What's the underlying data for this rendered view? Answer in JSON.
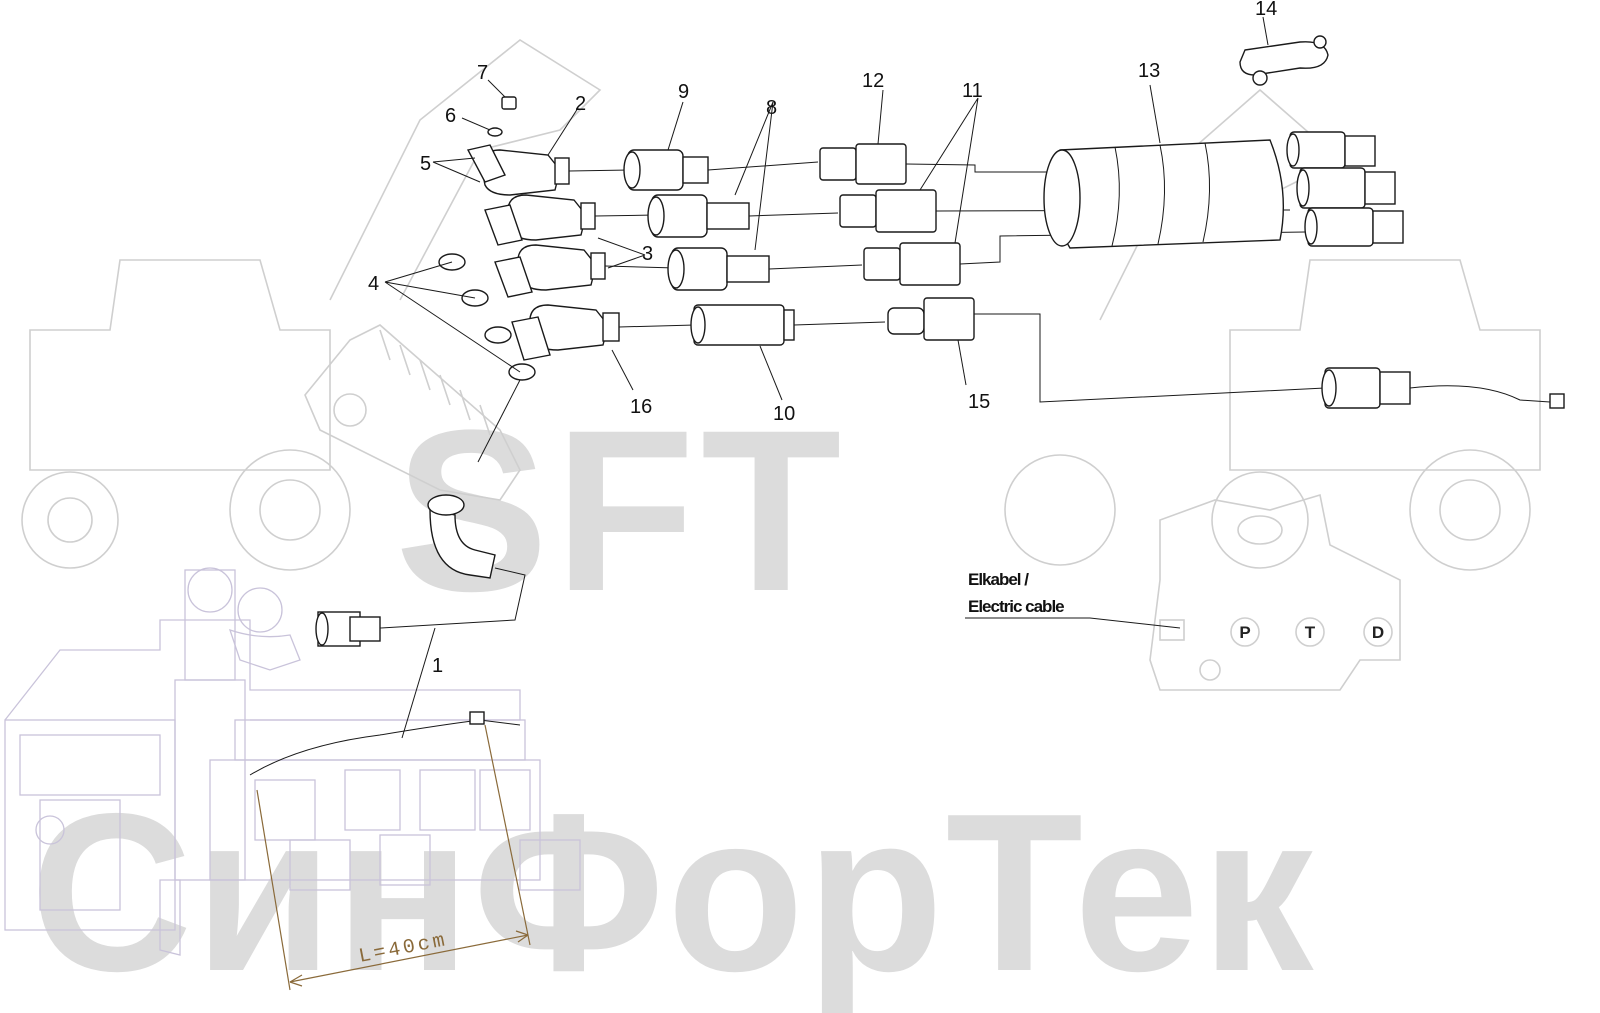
{
  "watermark": {
    "logo_text": "SFT",
    "company_text": "СинФорТек"
  },
  "callouts": {
    "c1": "1",
    "c2": "2",
    "c3": "3",
    "c4": "4",
    "c5": "5",
    "c6": "6",
    "c7": "7",
    "c8": "8",
    "c9": "9",
    "c10": "10",
    "c11": "11",
    "c12": "12",
    "c13": "13",
    "c14": "14",
    "c15": "15",
    "c16": "16"
  },
  "dimension": {
    "label": "L=40cm"
  },
  "cable": {
    "line1": "Elkabel /",
    "line2": "Electric cable"
  },
  "ports": {
    "p": "P",
    "t": "T",
    "d": "D"
  },
  "colors": {
    "line": "#1a1a1a",
    "watermark": "#dcdcdc",
    "valve_block": "#c9c3da",
    "dimension": "#8a6a3a"
  }
}
